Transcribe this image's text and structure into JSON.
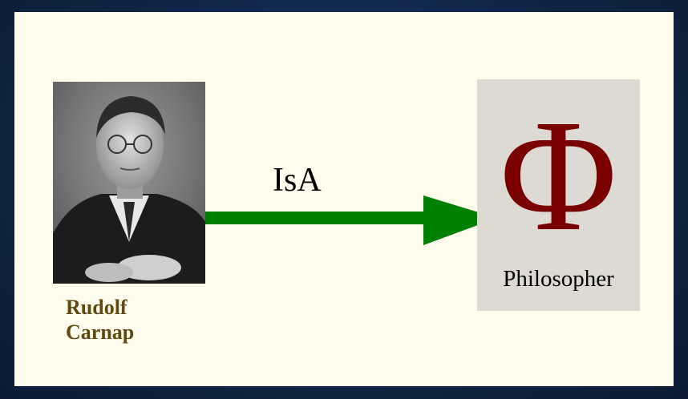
{
  "subject": {
    "name_line1": "Rudolf",
    "name_line2": "Carnap",
    "name_color": "#5e4a0e"
  },
  "relation": {
    "label": "IsA",
    "arrow_color": "#008000"
  },
  "object": {
    "symbol": "Φ",
    "label": "Philosopher",
    "symbol_color": "#7a0000",
    "box_color": "#dcdad2"
  },
  "colors": {
    "background": "#0f2546",
    "panel": "#fffdee"
  }
}
